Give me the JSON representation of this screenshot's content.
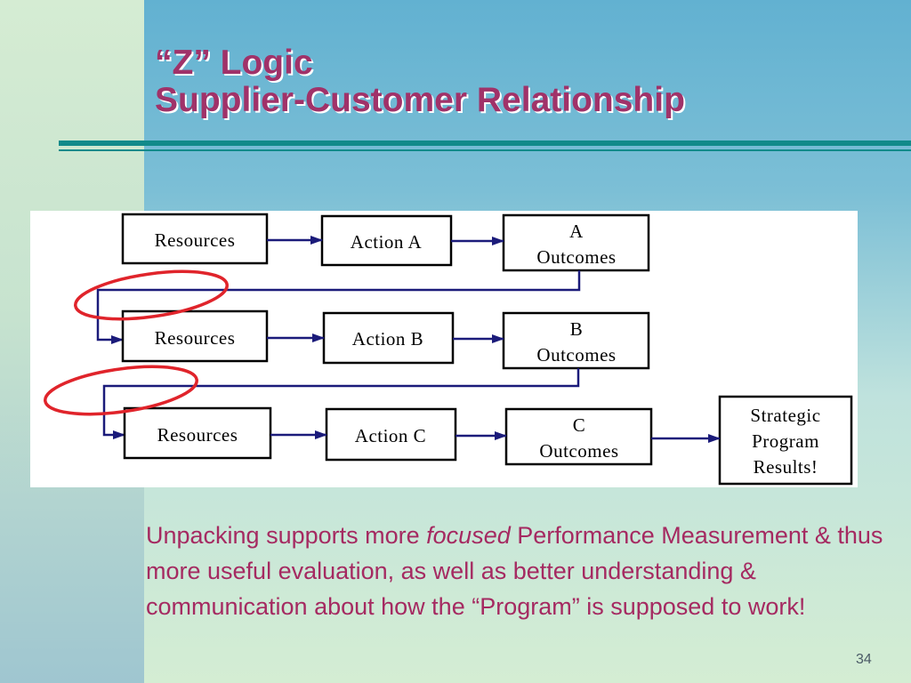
{
  "slide": {
    "title_line1": "“Z” Logic",
    "title_line2": "Supplier-Customer Relationship",
    "page_number": "34"
  },
  "diagram": {
    "rows": [
      {
        "resources": "Resources",
        "action": "Action A",
        "outcome_line1": "A",
        "outcome_line2": "Outcomes"
      },
      {
        "resources": "Resources",
        "action": "Action B",
        "outcome_line1": "B",
        "outcome_line2": "Outcomes"
      },
      {
        "resources": "Resources",
        "action": "Action C",
        "outcome_line1": "C",
        "outcome_line2": "Outcomes"
      }
    ],
    "result_lines": [
      "Strategic",
      "Program",
      "Results!"
    ],
    "colors": {
      "arrow": "#1b1b7a",
      "highlight_ellipse": "#e0242b",
      "box_border": "#000000"
    }
  },
  "body": {
    "text_before": "Unpacking supports more ",
    "emphasis": "focused",
    "text_after": " Performance Measurement & thus more useful evaluation, as well as better understanding & communication about how the “Program” is supposed to work!"
  }
}
